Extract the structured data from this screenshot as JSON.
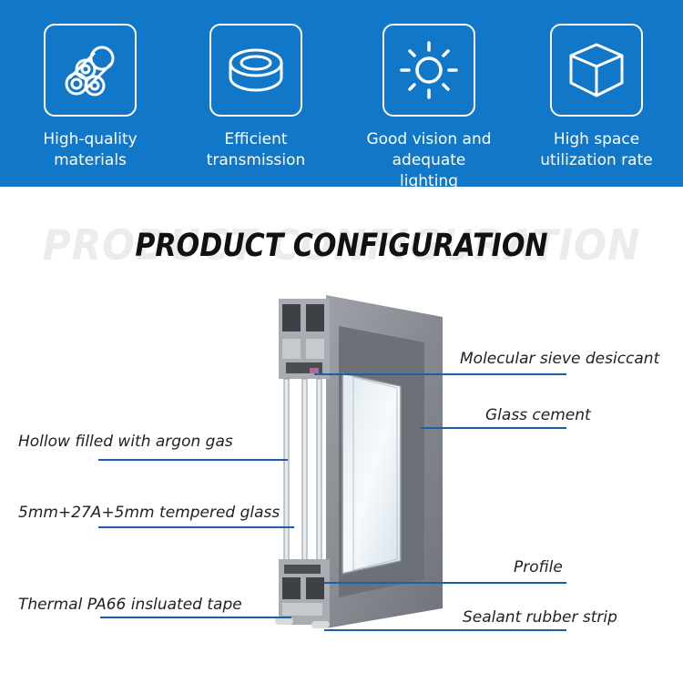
{
  "features": [
    {
      "label": "High-quality\nmaterials",
      "icon": "pipes-icon"
    },
    {
      "label": "Efficient\ntransmission",
      "icon": "ring-icon"
    },
    {
      "label": "Good vision and\nadequate lighting",
      "icon": "sun-icon"
    },
    {
      "label": "High space\nutilization rate",
      "icon": "cube-icon"
    }
  ],
  "section": {
    "title": "PRODUCT CONFIGURATION",
    "title_shadow": "PRODUCT CONFIGURATION"
  },
  "callouts": {
    "molecular_sieve": "Molecular sieve desiccant",
    "glass_cement": "Glass cement",
    "argon": "Hollow filled with argon gas",
    "glass_spec": "5mm+27A+5mm tempered glass",
    "profile": "Profile",
    "thermal_tape": "Thermal PA66 insluated tape",
    "sealant": "Sealant rubber strip"
  },
  "colors": {
    "banner": "#1177c8",
    "callout_line": "#1a5fa8",
    "profile_gray": "#8c9096"
  }
}
